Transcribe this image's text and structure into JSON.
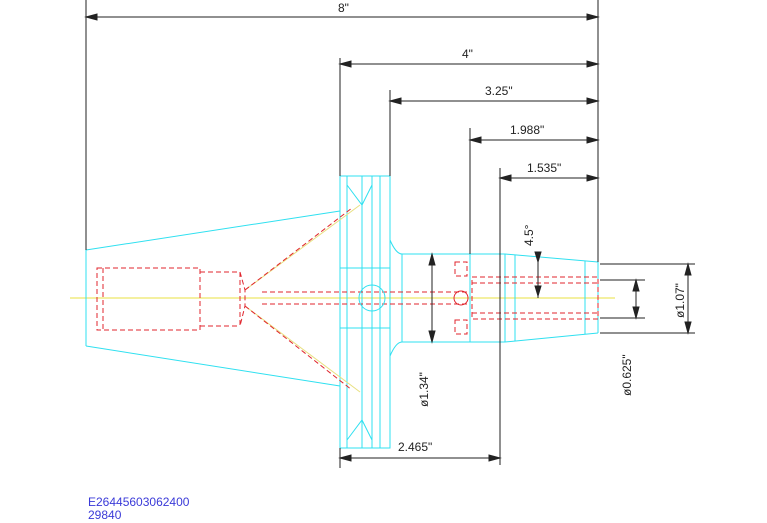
{
  "dimensions": {
    "overall_length": "8\"",
    "length_4": "4\"",
    "length_325": "3.25\"",
    "length_1988": "1.988\"",
    "length_1535": "1.535\"",
    "taper_angle": "4.5°",
    "dia_107": "ø1.07\"",
    "dia_0625": "ø0.625\"",
    "dia_134": "ø1.34\"",
    "length_2465": "2.465\""
  },
  "part_numbers": {
    "line1": "E26445603062400",
    "line2": "29840"
  },
  "colors": {
    "outline": "#2fe0f0",
    "hidden": "#e0242c",
    "centerline": "#e8e040",
    "dimension": "#222222",
    "part_number": "#3a3ad8"
  }
}
